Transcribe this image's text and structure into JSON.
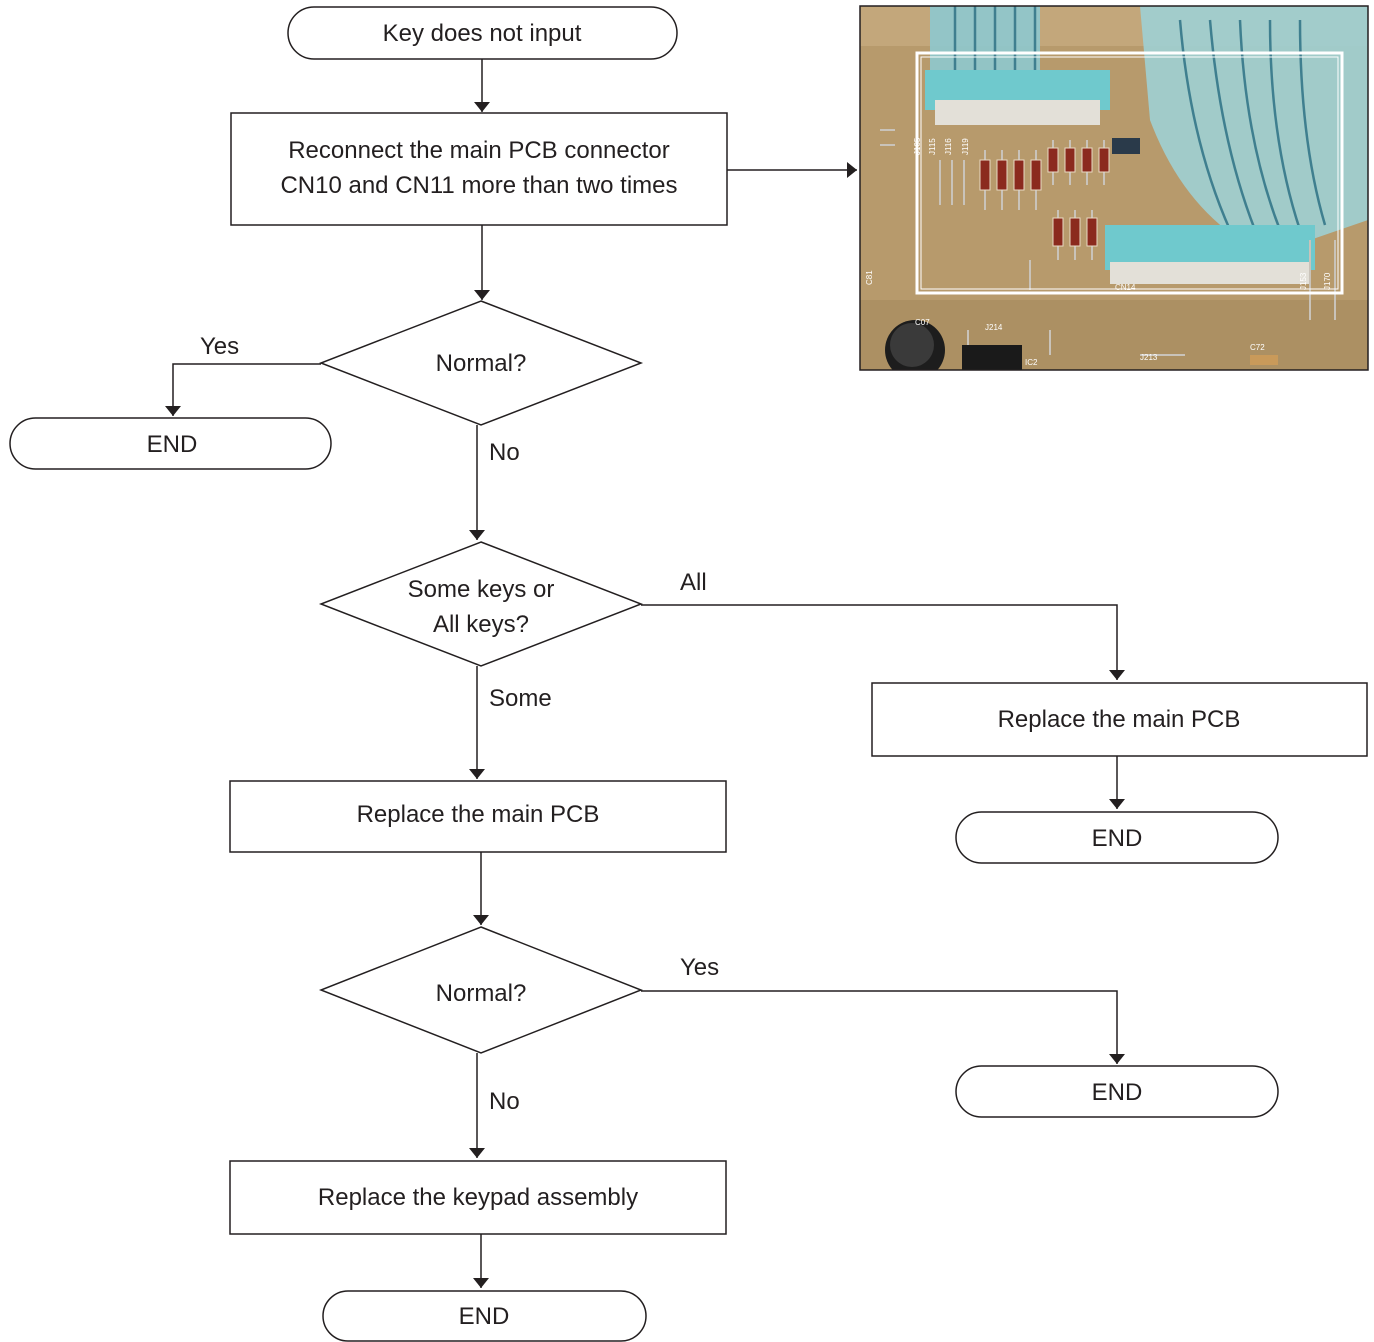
{
  "nodes": {
    "start": "Key does not input",
    "reconnect_line1": "Reconnect the main PCB connector",
    "reconnect_line2": "CN10 and CN11 more than two times",
    "normal_check_1": "Normal?",
    "end_1": "END",
    "keys_check_line1": "Some keys or",
    "keys_check_line2": "All keys?",
    "replace_main_pcb_all": "Replace the main PCB",
    "end_2": "END",
    "replace_main_pcb_some": "Replace the main PCB",
    "normal_check_2": "Normal?",
    "end_3": "END",
    "replace_keypad": "Replace the keypad assembly",
    "end_4": "END"
  },
  "edge_labels": {
    "yes_1": "Yes",
    "no_1": "No",
    "all": "All",
    "some": "Some",
    "yes_2": "Yes",
    "no_2": "No"
  },
  "photo": {
    "description_icon": "pcb-photo",
    "pcb_labels": [
      "C07",
      "J214",
      "IC2",
      "J213",
      "C72",
      "J115",
      "J119",
      "J116",
      "J105",
      "CN14",
      "J153",
      "J170",
      "C81"
    ]
  },
  "colors": {
    "line": "#231f20",
    "pcb_board": "#b79a6c",
    "ribbon": "#8ec9cf",
    "connector": "#6fc9cd"
  }
}
